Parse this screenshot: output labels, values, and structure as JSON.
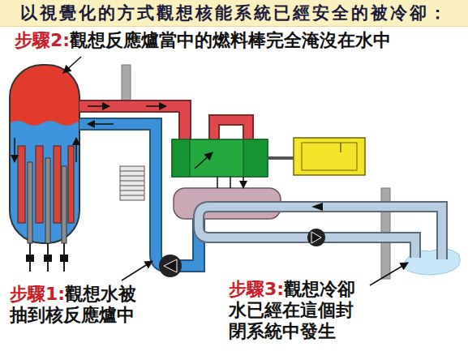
{
  "diagram": {
    "title": "以視覺化的方式觀想核能系統已經安全的被冷卻：",
    "labels": [
      "步驟2:",
      "觀想反應爐當中的燃料棒完全淹沒在水中",
      "步驟1:",
      "觀想水被抽到核反應爐中",
      "步驟3:",
      "觀想冷卻水已經在這個封閉系統中發生"
    ]
  }
}
